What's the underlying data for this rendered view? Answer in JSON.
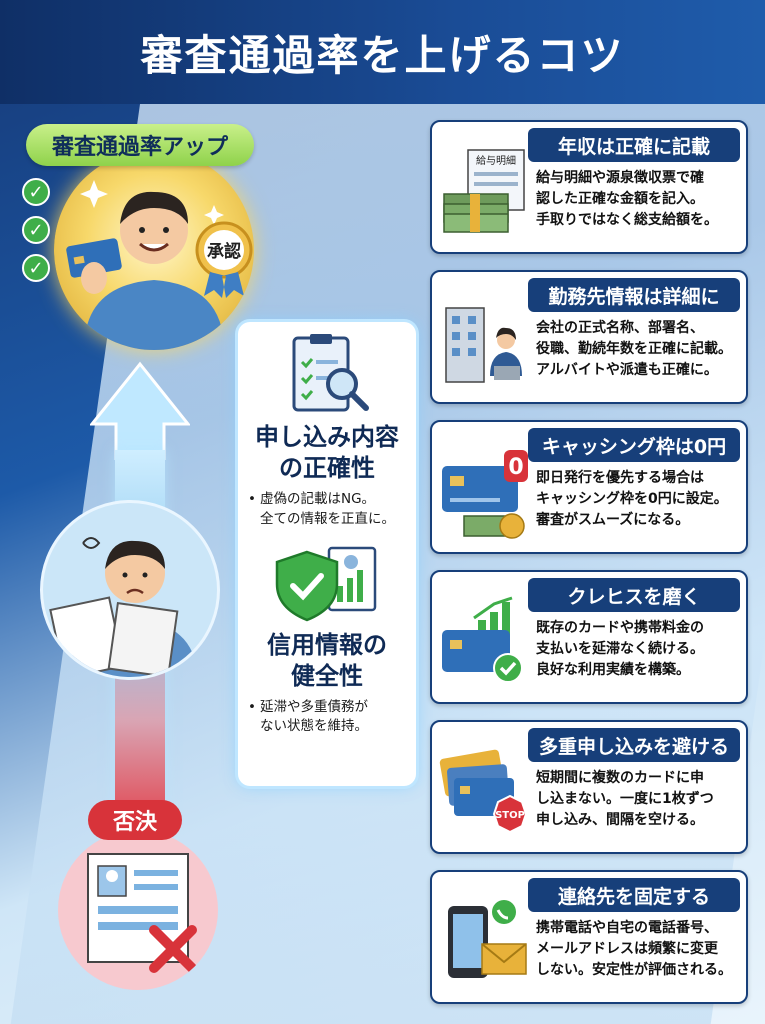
{
  "title": "審査通過率を上げるコツ",
  "left": {
    "success_label": "審査通過率アップ",
    "approval_stamp": "承認",
    "reject_label": "否決"
  },
  "middle": {
    "section1": {
      "title_line1": "申し込み内容",
      "title_line2": "の正確性",
      "bullet_line1": "虚偽の記載はNG。",
      "bullet_line2": "全ての情報を正直に。"
    },
    "section2": {
      "title_line1": "信用情報の",
      "title_line2": "健全性",
      "bullet_line1": "延滞や多重債務が",
      "bullet_line2": "ない状態を維持。"
    }
  },
  "cards": [
    {
      "title": "年収は正確に記載",
      "lines": [
        "給与明細や源泉徴収票で確",
        "認した正確な金額を記入。",
        "手取りではなく総支給額を。"
      ],
      "icon_label": "給与明細"
    },
    {
      "title": "勤務先情報は詳細に",
      "lines": [
        "会社の正式名称、部署名、",
        "役職、勤続年数を正確に記載。",
        "アルバイトや派遣も正確に。"
      ]
    },
    {
      "title": "キャッシング枠は0円",
      "lines": [
        "即日発行を優先する場合は",
        "キャッシング枠を0円に設定。",
        "審査がスムーズになる。"
      ],
      "icon_label": "0"
    },
    {
      "title": "クレヒスを磨く",
      "lines": [
        "既存のカードや携帯料金の",
        "支払いを延滞なく続ける。",
        "良好な利用実績を構築。"
      ]
    },
    {
      "title": "多重申し込みを避ける",
      "lines": [
        "短期間に複数のカードに申",
        "し込まない。一度に1枚ずつ",
        "申し込み、間隔を空ける。"
      ],
      "icon_label": "STOP"
    },
    {
      "title": "連絡先を固定する",
      "lines": [
        "携帯電話や自宅の電話番号、",
        "メールアドレスは頻繁に変更",
        "しない。安定性が評価される。"
      ]
    }
  ],
  "colors": {
    "navy": "#173f7a",
    "green": "#8fd24b",
    "red": "#d8333a",
    "gold": "#f7d86a"
  }
}
